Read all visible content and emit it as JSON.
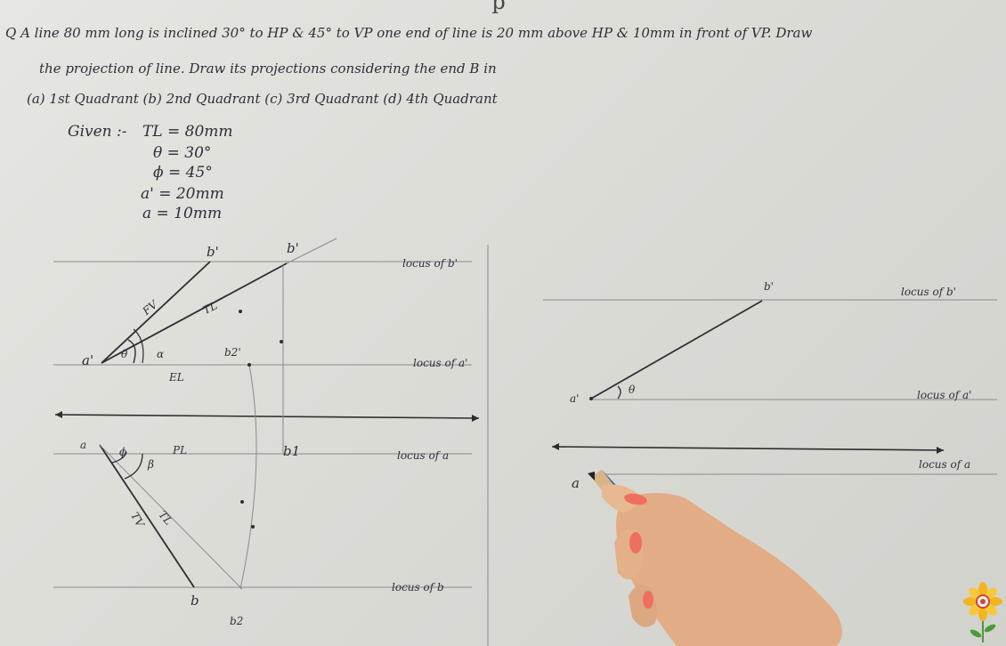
{
  "top_caption": "p",
  "question": {
    "line1": "Q A line 80 mm long is inclined 30° to HP & 45° to VP one end of line is 20 mm above HP & 10mm in front of VP. Draw",
    "line2": "the projection of line. Draw its projections considering the end B in",
    "line3": "(a) 1st Quadrant (b) 2nd Quadrant (c) 3rd Quadrant (d) 4th Quadrant"
  },
  "given": {
    "heading": "Given :-",
    "tl": "TL = 80mm",
    "theta": "θ = 30°",
    "phi": "ϕ = 45°",
    "a_dash": "a' = 20mm",
    "a": "a = 10mm"
  },
  "left_labels": {
    "b1_top": "b'",
    "b1_top2": "b'",
    "locus_b": "locus of b'",
    "fv": "FV",
    "tl_top": "TL",
    "a_dash": "a'",
    "theta": "θ",
    "alpha": "α",
    "b2_dash": "b2'",
    "locus_a_dash": "locus of a'",
    "el": "EL",
    "a": "a",
    "phi": "ϕ",
    "beta": "β",
    "pl": "PL",
    "b1": "b1",
    "locus_a": "locus of a",
    "tv": "TV",
    "tl_bottom": "TL",
    "b": "b",
    "b2": "b2",
    "locus_b_bottom": "locus of b"
  },
  "right_labels": {
    "b_dash": "b'",
    "locus_b_dash": "locus of b'",
    "a_dash": "a'",
    "theta": "θ",
    "locus_a_dash": "locus of a'",
    "locus_a": "locus of a",
    "a": "a"
  },
  "colors": {
    "paper": "#dedeD9",
    "ink": "#2c2c34",
    "pencil_blue": "#2f5f9e",
    "nail_color": "#ef6f5e",
    "skin": "#e8b48c",
    "logo_petal": "#f2b51c"
  }
}
